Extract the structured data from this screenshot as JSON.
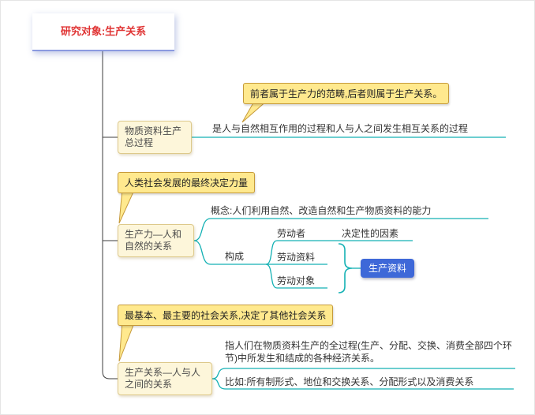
{
  "root": {
    "title": "研究对象:生产关系"
  },
  "branch_material": {
    "node": "物质资料生产总过程",
    "description": "是人与自然相互作用的过程和人与人之间发生相互关系的过程",
    "callout": "前者属于生产力的范畴,后者则属于生产关系。"
  },
  "branch_forces": {
    "node": "生产力—人和自然的关系",
    "callout": "人类社会发展的最终决定力量",
    "concept": "概念:人们利用自然、改造自然和生产物质资料的能力",
    "composition": "构成",
    "worker": "劳动者",
    "worker_note": "决定性的因素",
    "labor_means": "劳动资料",
    "labor_object": "劳动对象",
    "summary": "生产资料"
  },
  "branch_relations": {
    "node": "生产关系—人与人之间的关系",
    "callout": "最基本、最主要的社会关系,决定了其他社会关系",
    "description": "指人们在物质资料生产的全过程(生产、分配、交换、消费全部四个环节)中所发生和结成的各种经济关系。",
    "example": "比如:所有制形式、地位和交换关系、分配形式以及消费关系"
  },
  "colors": {
    "root_text": "#e03434",
    "root_underline": "#8b9ae0",
    "trunk_line": "#3c3c3c",
    "branch_line": "#14b1b4",
    "node_bg": "#fdf6da",
    "node_border": "#ddc98b",
    "callout_bg": "#ffe98e",
    "callout_border": "#c69a3a",
    "summary_bg": "#3e68d8",
    "summary_text": "#ffffff"
  }
}
